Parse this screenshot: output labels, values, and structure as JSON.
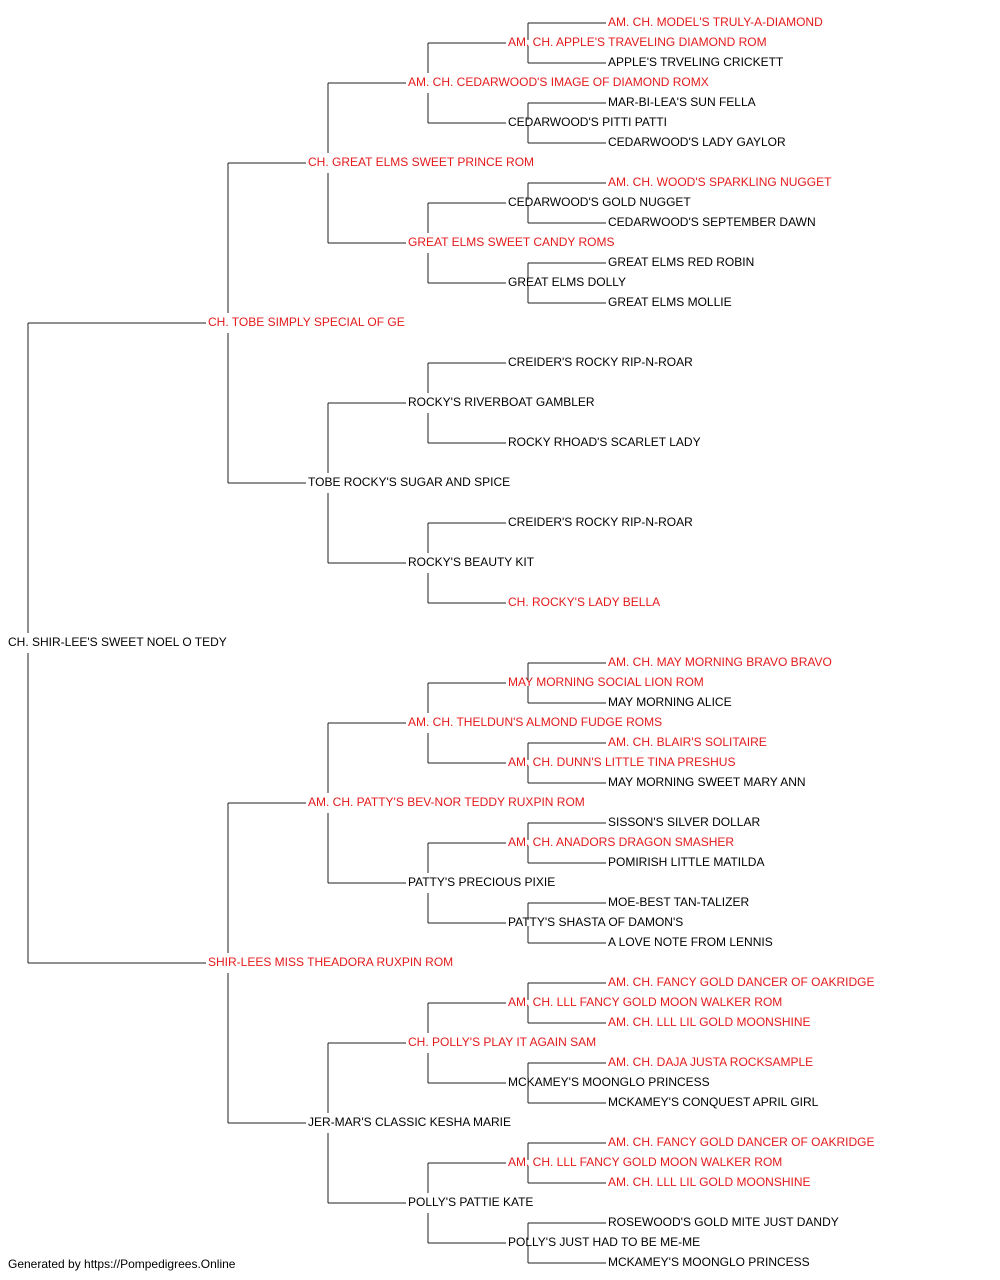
{
  "colors": {
    "champion": "#e41a1c",
    "normal": "#000000",
    "line": "#222222"
  },
  "footer": "Generated by https://Pompedigrees.Online",
  "pedigree": {
    "name": "CH. SHIR-LEE'S SWEET NOEL O TEDY",
    "champion": false,
    "sire": {
      "name": "CH. TOBE SIMPLY SPECIAL OF GE",
      "champion": true,
      "sire": {
        "name": "CH. GREAT ELMS SWEET PRINCE ROM",
        "champion": true,
        "sire": {
          "name": "AM. CH. CEDARWOOD'S IMAGE OF DIAMOND ROMX",
          "champion": true,
          "sire": {
            "name": "AM. CH. APPLE'S TRAVELING DIAMOND ROM",
            "champion": true,
            "sire": {
              "name": "AM. CH. MODEL'S TRULY-A-DIAMOND",
              "champion": true
            },
            "dam": {
              "name": "APPLE'S TRVELING CRICKETT",
              "champion": false
            }
          },
          "dam": {
            "name": "CEDARWOOD'S PITTI PATTI",
            "champion": false,
            "sire": {
              "name": "MAR-BI-LEA'S SUN FELLA",
              "champion": false
            },
            "dam": {
              "name": "CEDARWOOD'S LADY GAYLOR",
              "champion": false
            }
          }
        },
        "dam": {
          "name": "GREAT ELMS SWEET CANDY ROMS",
          "champion": true,
          "sire": {
            "name": "CEDARWOOD'S GOLD NUGGET",
            "champion": false,
            "sire": {
              "name": "AM. CH. WOOD'S SPARKLING NUGGET",
              "champion": true
            },
            "dam": {
              "name": "CEDARWOOD'S SEPTEMBER DAWN",
              "champion": false
            }
          },
          "dam": {
            "name": "GREAT ELMS DOLLY",
            "champion": false,
            "sire": {
              "name": "GREAT ELMS RED ROBIN",
              "champion": false
            },
            "dam": {
              "name": "GREAT ELMS MOLLIE",
              "champion": false
            }
          }
        }
      },
      "dam": {
        "name": "TOBE ROCKY'S SUGAR AND SPICE",
        "champion": false,
        "sire": {
          "name": "ROCKY'S RIVERBOAT GAMBLER",
          "champion": false,
          "sire": {
            "name": "CREIDER'S ROCKY RIP-N-ROAR",
            "champion": false
          },
          "dam": {
            "name": "ROCKY RHOAD'S SCARLET LADY",
            "champion": false
          }
        },
        "dam": {
          "name": "ROCKY'S BEAUTY KIT",
          "champion": false,
          "sire": {
            "name": "CREIDER'S ROCKY RIP-N-ROAR",
            "champion": false
          },
          "dam": {
            "name": "CH. ROCKY'S LADY BELLA",
            "champion": true
          }
        }
      }
    },
    "dam": {
      "name": "SHIR-LEES MISS THEADORA RUXPIN ROM",
      "champion": true,
      "sire": {
        "name": "AM. CH. PATTY'S BEV-NOR TEDDY RUXPIN ROM",
        "champion": true,
        "sire": {
          "name": "AM. CH. THELDUN'S ALMOND FUDGE ROMS",
          "champion": true,
          "sire": {
            "name": "MAY MORNING SOCIAL LION ROM",
            "champion": true,
            "sire": {
              "name": "AM. CH. MAY MORNING BRAVO BRAVO",
              "champion": true
            },
            "dam": {
              "name": "MAY MORNING ALICE",
              "champion": false
            }
          },
          "dam": {
            "name": "AM. CH. DUNN'S LITTLE TINA PRESHUS",
            "champion": true,
            "sire": {
              "name": "AM. CH. BLAIR'S SOLITAIRE",
              "champion": true
            },
            "dam": {
              "name": "MAY MORNING SWEET MARY ANN",
              "champion": false
            }
          }
        },
        "dam": {
          "name": "PATTY'S PRECIOUS PIXIE",
          "champion": false,
          "sire": {
            "name": "AM. CH. ANADORS DRAGON SMASHER",
            "champion": true,
            "sire": {
              "name": "SISSON'S SILVER DOLLAR",
              "champion": false
            },
            "dam": {
              "name": "POMIRISH LITTLE MATILDA",
              "champion": false
            }
          },
          "dam": {
            "name": "PATTY'S SHASTA OF DAMON'S",
            "champion": false,
            "sire": {
              "name": "MOE-BEST TAN-TALIZER",
              "champion": false
            },
            "dam": {
              "name": "A LOVE NOTE FROM LENNIS",
              "champion": false
            }
          }
        }
      },
      "dam": {
        "name": "JER-MAR'S CLASSIC KESHA MARIE",
        "champion": false,
        "sire": {
          "name": "CH. POLLY'S PLAY IT AGAIN SAM",
          "champion": true,
          "sire": {
            "name": "AM. CH. LLL FANCY GOLD MOON WALKER ROM",
            "champion": true,
            "sire": {
              "name": "AM. CH. FANCY GOLD DANCER OF OAKRIDGE",
              "champion": true
            },
            "dam": {
              "name": "AM. CH. LLL LIL GOLD MOONSHINE",
              "champion": true
            }
          },
          "dam": {
            "name": "MCKAMEY'S MOONGLO PRINCESS",
            "champion": false,
            "sire": {
              "name": "AM. CH. DAJA JUSTA ROCKSAMPLE",
              "champion": true
            },
            "dam": {
              "name": "MCKAMEY'S CONQUEST APRIL GIRL",
              "champion": false
            }
          }
        },
        "dam": {
          "name": "POLLY'S PATTIE KATE",
          "champion": false,
          "sire": {
            "name": "AM. CH. LLL FANCY GOLD MOON WALKER ROM",
            "champion": true,
            "sire": {
              "name": "AM. CH. FANCY GOLD DANCER OF OAKRIDGE",
              "champion": true
            },
            "dam": {
              "name": "AM. CH. LLL LIL GOLD MOONSHINE",
              "champion": true
            }
          },
          "dam": {
            "name": "POLLY'S JUST HAD TO BE ME-ME",
            "champion": false,
            "sire": {
              "name": "ROSEWOOD'S GOLD MITE JUST DANDY",
              "champion": false
            },
            "dam": {
              "name": "MCKAMEY'S MOONGLO PRINCESS",
              "champion": false
            }
          }
        }
      }
    }
  }
}
